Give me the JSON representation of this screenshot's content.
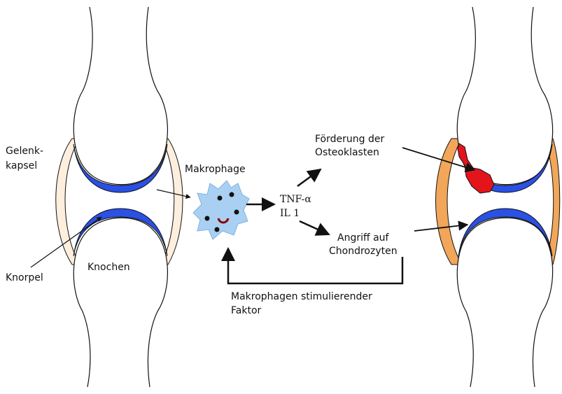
{
  "labels": {
    "capsule_line1": "Gelenk-",
    "capsule_line2": "kapsel",
    "cartilage": "Knorpel",
    "bone": "Knochen",
    "macrophage": "Makrophage",
    "tnf": "TNF-α",
    "il1": "IL 1",
    "osteoclast_line1": "Förderung der",
    "osteoclast_line2": "Osteoklasten",
    "chondro_line1": "Angriff auf",
    "chondro_line2": "Chondrozyten",
    "feedback_line1": "Makrophagen stimulierender",
    "feedback_line2": "Faktor"
  },
  "colors": {
    "cartilage": "#2b50e6",
    "healthy_capsule": "#fdeedd",
    "inflamed_capsule": "#f2a65a",
    "macrophage": "#a9d0f2",
    "erosion": "#e4141b",
    "outline": "#111111"
  }
}
